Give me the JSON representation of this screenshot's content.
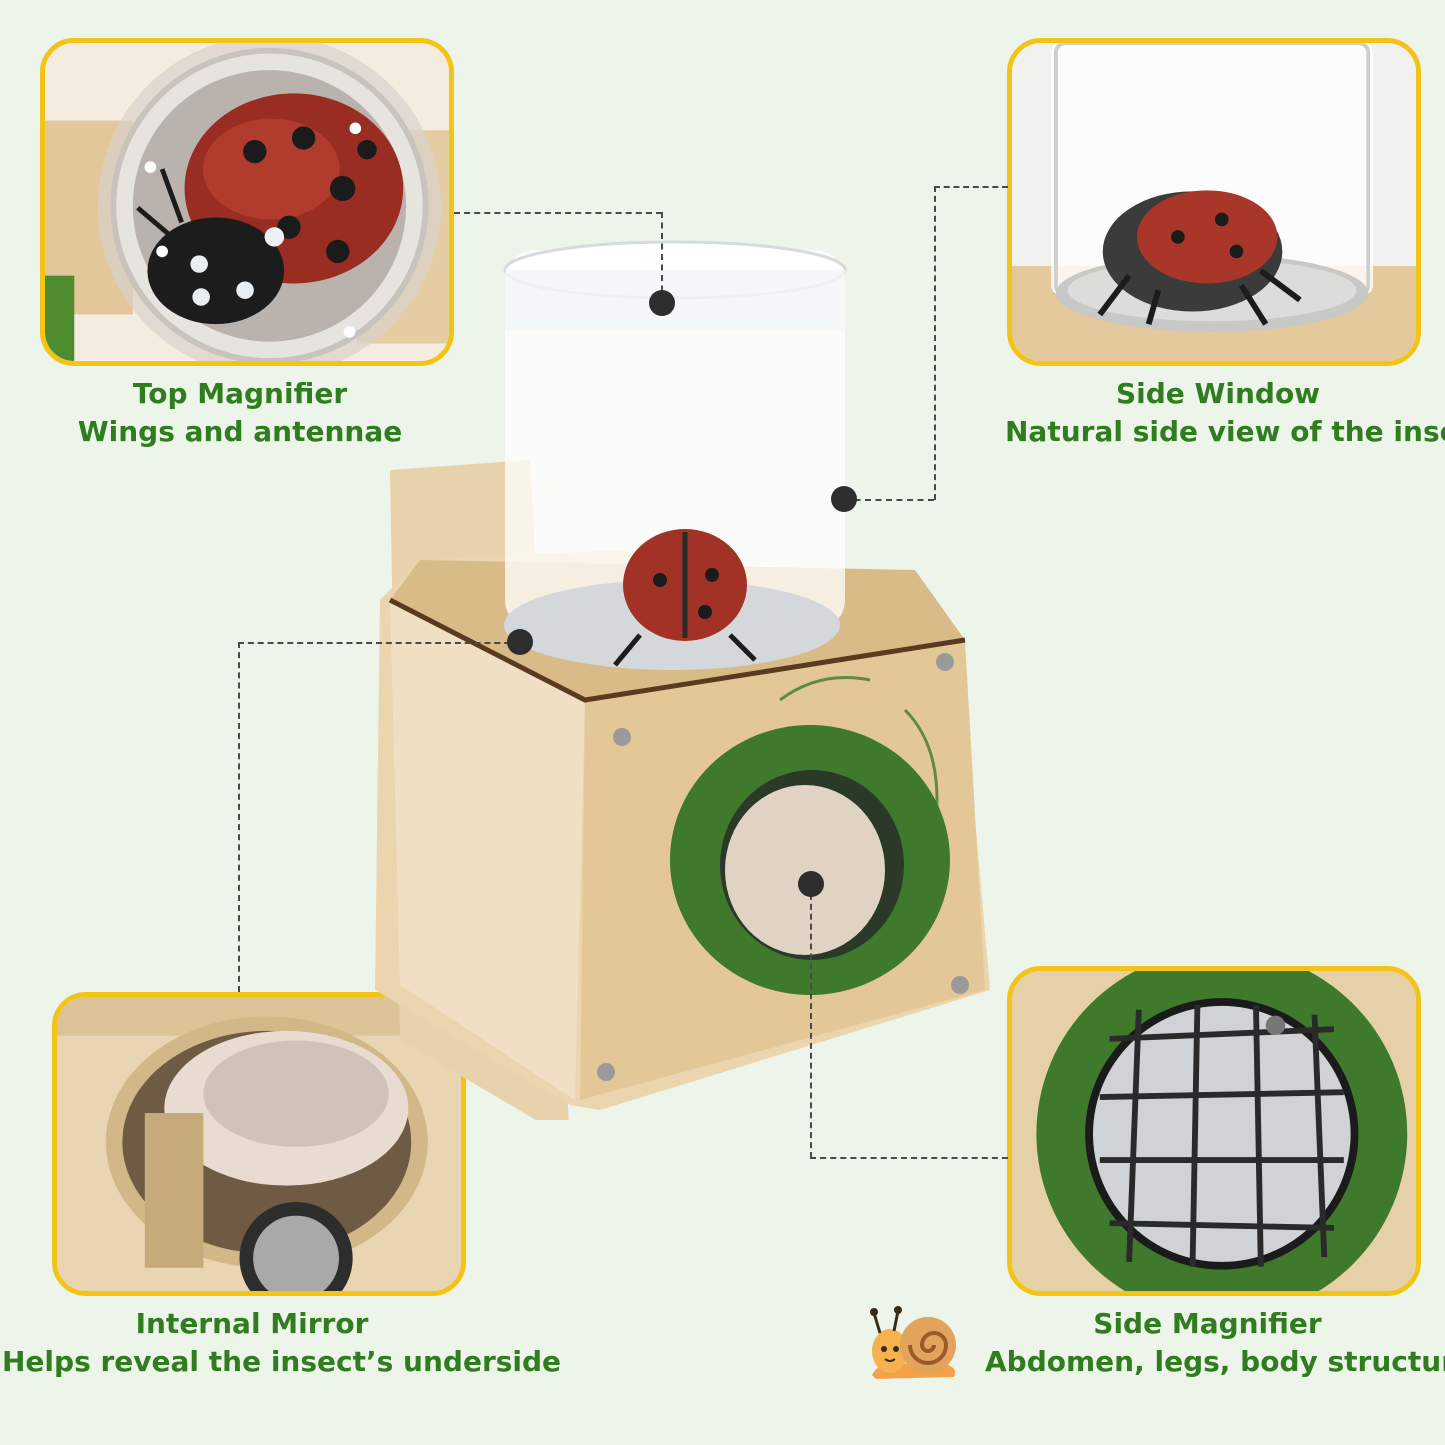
{
  "features": {
    "top_magnifier": {
      "title": "Top Magnifier",
      "subtitle": "Wings and antennae",
      "icon": "ladybug-top-view-photo"
    },
    "side_window": {
      "title": "Side Window",
      "subtitle": "Natural side view of the insect",
      "icon": "ladybug-side-view-photo"
    },
    "internal_mirror": {
      "title": "Internal Mirror",
      "subtitle": "Helps reveal the insect’s underside",
      "icon": "internal-mirror-photo"
    },
    "side_magnifier": {
      "title": "Side Magnifier",
      "subtitle": "Abdomen, legs, body structure",
      "icon": "side-magnifier-photo"
    }
  },
  "colors": {
    "background": "#edf4e9",
    "frame": "#f2c417",
    "caption_green": "#2f7d1f",
    "lens_ring": "#3f7a2c",
    "ladybug_red": "#a33226",
    "wood": "#e6cfa6"
  },
  "decor": {
    "mascot": "snail-icon",
    "product": "insect-viewer-box"
  }
}
